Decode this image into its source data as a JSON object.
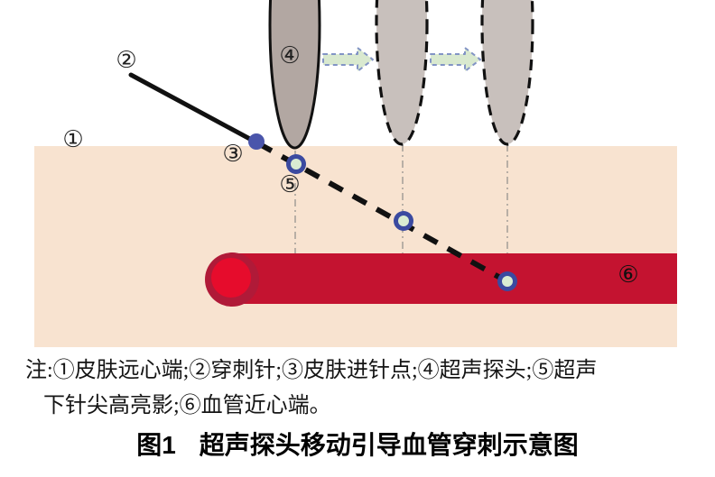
{
  "colors": {
    "skin": "#f8e3d0",
    "vessel": "#c41330",
    "vessel_cap": "#b01a38",
    "vessel_lumen": "#e60c2c",
    "probe": "#b2a7a2",
    "probe_ghost": "#c8c0bc",
    "needle": "#111111",
    "arrow_fill": "#d9e9cf",
    "arrow_stroke": "#8294c5",
    "entry_dot": "#4a55ab",
    "highlight_ring": "#3b4aa0",
    "highlight_core": "#d9ecd2",
    "guide_line": "#a8a29b",
    "label": "#222222"
  },
  "labels": {
    "skin_distal": "①",
    "needle": "②",
    "entry_point": "③",
    "probe": "④",
    "tip_highlight": "⑤",
    "vessel_proximal": "⑥"
  },
  "note": {
    "line1": "注:①皮肤远心端;②穿刺针;③皮肤进针点;④超声探头;⑤超声",
    "line2": "下针尖高亮影;⑥血管近心端。"
  },
  "caption": {
    "prefix": "图1",
    "title": "超声探头移动引导血管穿刺示意图"
  }
}
